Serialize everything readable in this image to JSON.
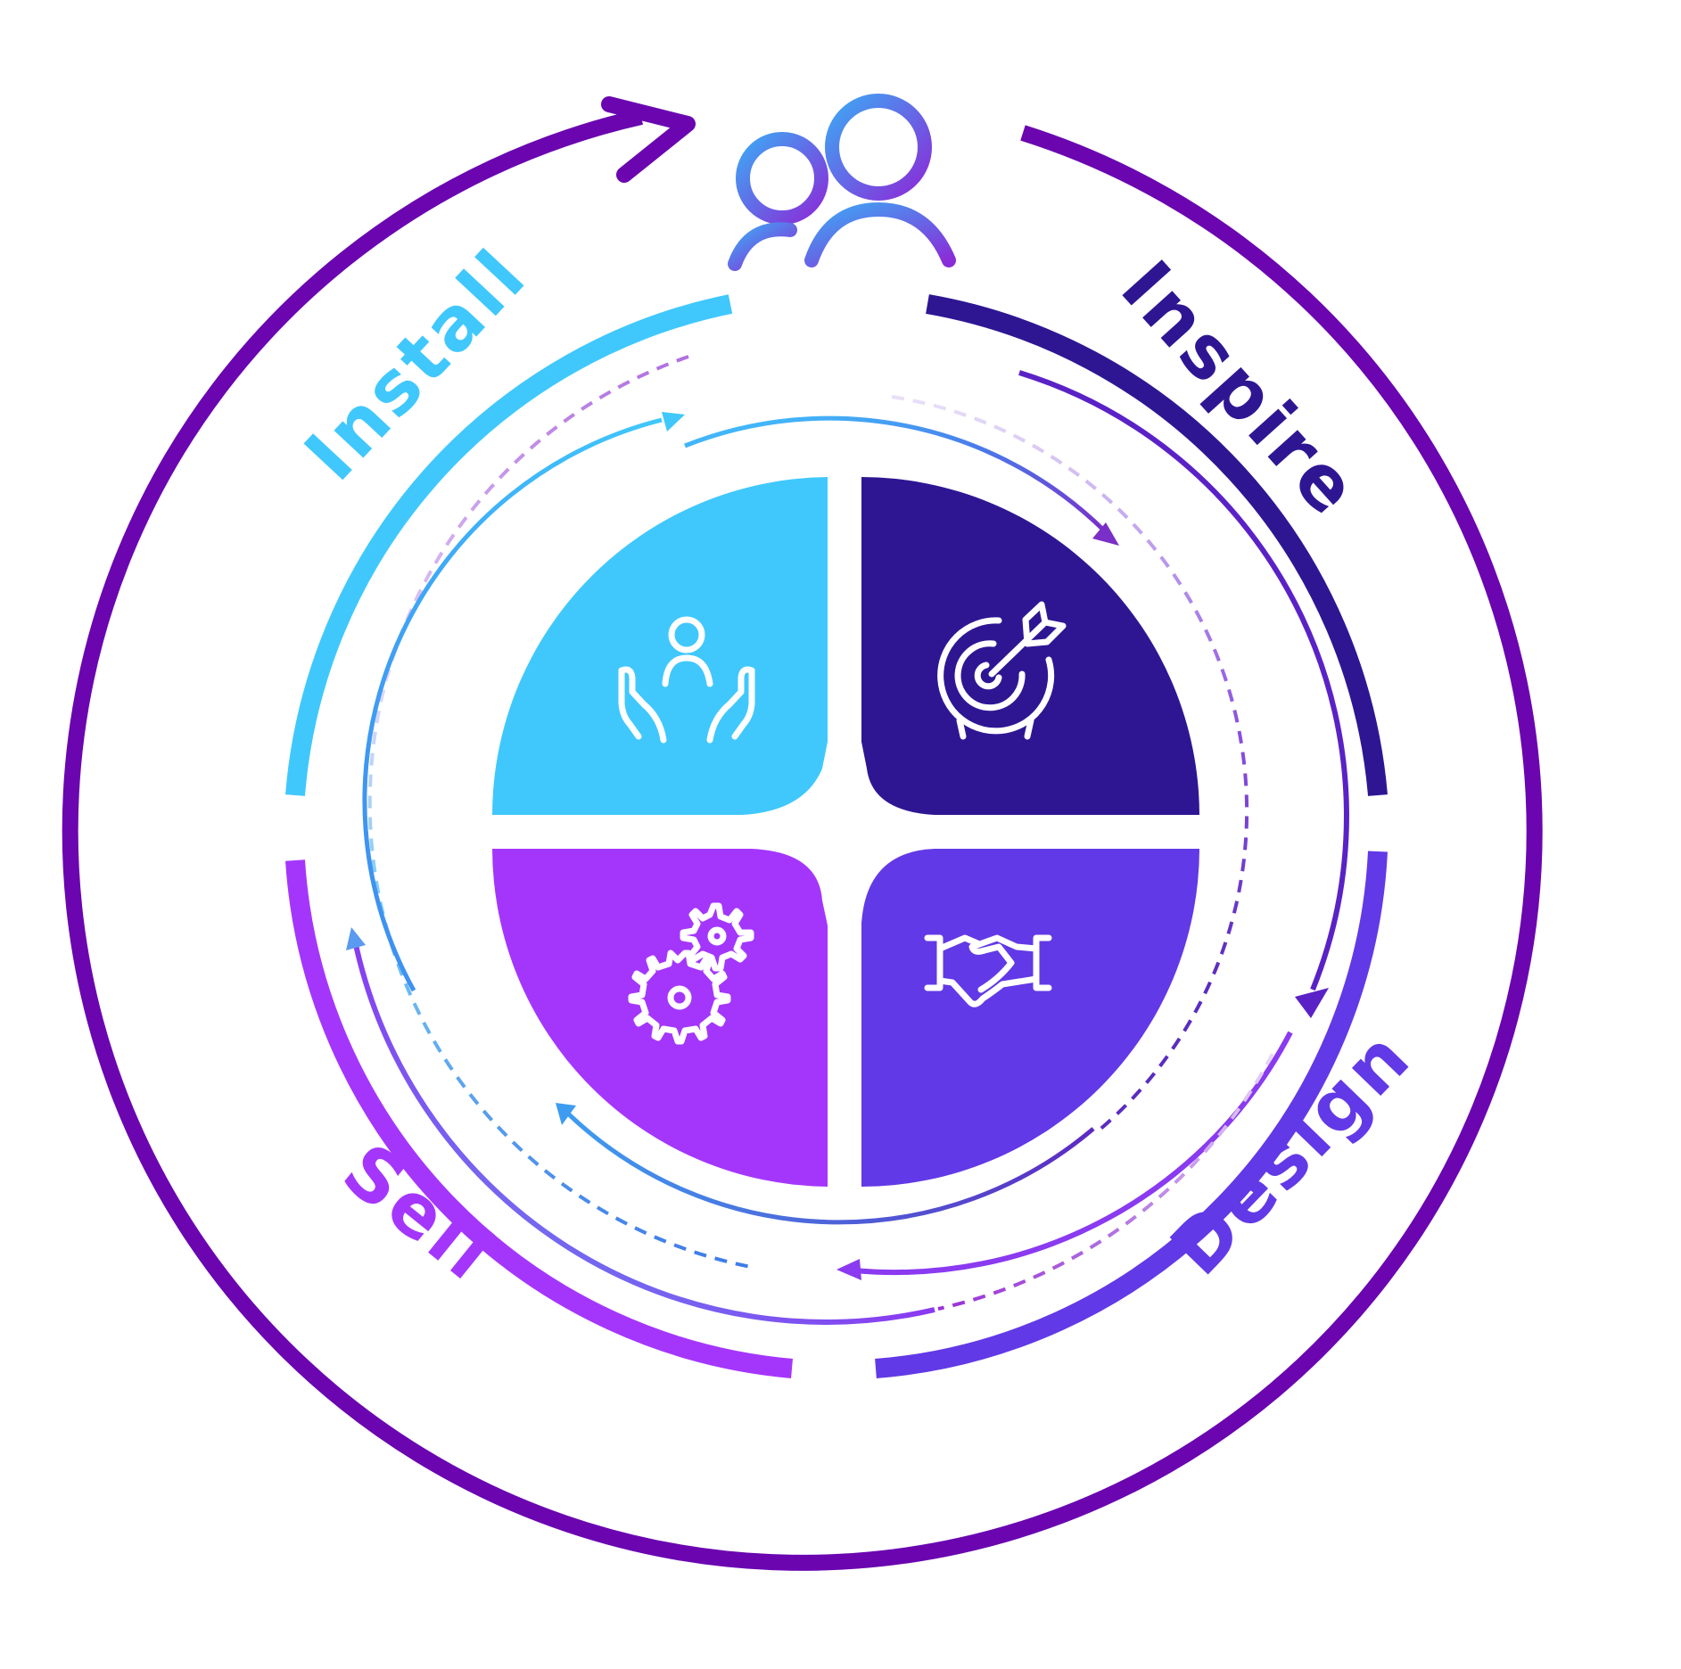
{
  "stages": [
    {
      "id": "install",
      "label": "Install",
      "color": "#40C8FC",
      "icon": "hands-supporting-person-icon"
    },
    {
      "id": "inspire",
      "label": "Inspire",
      "color": "#2E1693",
      "icon": "target-with-arrow-icon"
    },
    {
      "id": "design",
      "label": "Design",
      "color": "#6239E6",
      "icon": "handshake-icon"
    },
    {
      "id": "sell",
      "label": "Sell",
      "color": "#A436FC",
      "icon": "gears-icon"
    }
  ],
  "center_icon": "users-icon",
  "colors": {
    "outer_ring": "#6A05B0",
    "gradient_cyan": "#40C8FC",
    "gradient_blue": "#3E88EE",
    "gradient_purple": "#8A3AF0",
    "gradient_violet": "#9F2BFA",
    "dashed": "#A070E0"
  }
}
